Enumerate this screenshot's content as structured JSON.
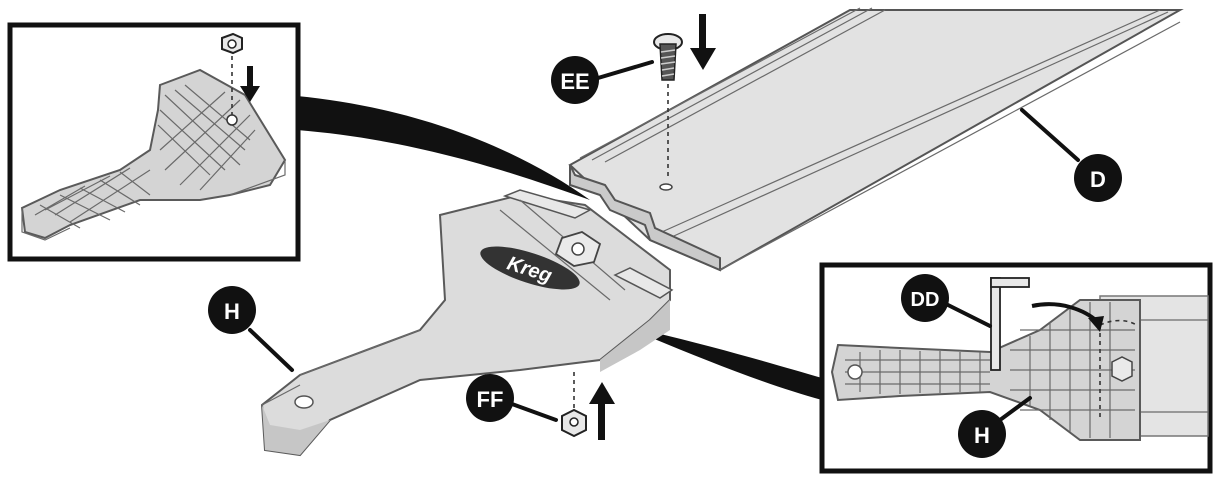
{
  "labels": {
    "ee": "EE",
    "d": "D",
    "h_main": "H",
    "ff": "FF",
    "dd": "DD",
    "h_inset": "H"
  },
  "colors": {
    "label_fill": "#111111",
    "label_text": "#ffffff",
    "part_fill": "#dcdcdc",
    "part_shade": "#c4c4c4",
    "outline": "#555555",
    "frame": "#111111"
  },
  "logo": {
    "text": "Kreg"
  }
}
